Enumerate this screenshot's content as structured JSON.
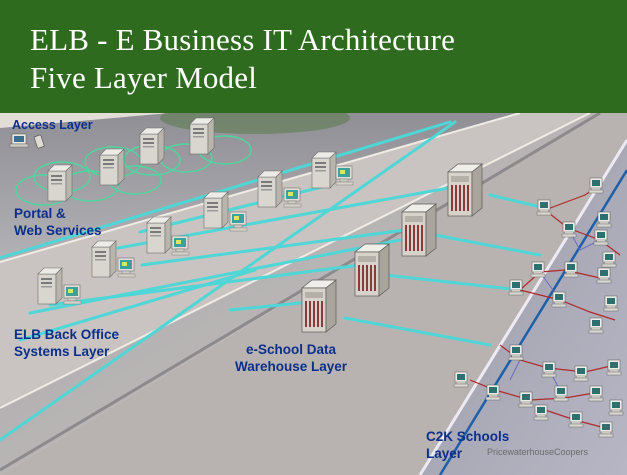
{
  "title": {
    "line1": "ELB - E Business IT Architecture",
    "line2": "Five Layer Model"
  },
  "layers": {
    "access": "Access Layer",
    "portal": "Portal &\nWeb Services",
    "back_office": "ELB Back Office\nSystems Layer",
    "warehouse": "e-School Data\nWarehouse Layer",
    "c2k": "C2K Schools\nLayer"
  },
  "credit": "PricewaterhouseCoopers",
  "colors": {
    "header": "#2e6b1f",
    "label_text": "#0b2f8a",
    "link_cyan": "#4fd6d6",
    "school_link": "#b02a2a",
    "school_link_alt": "#6a6ac8"
  },
  "icons": [
    "server-tower-icon",
    "workstation-icon",
    "mainframe-icon",
    "school-pc-icon",
    "laptop-icon",
    "pda-icon",
    "wireless-cell-icon"
  ]
}
